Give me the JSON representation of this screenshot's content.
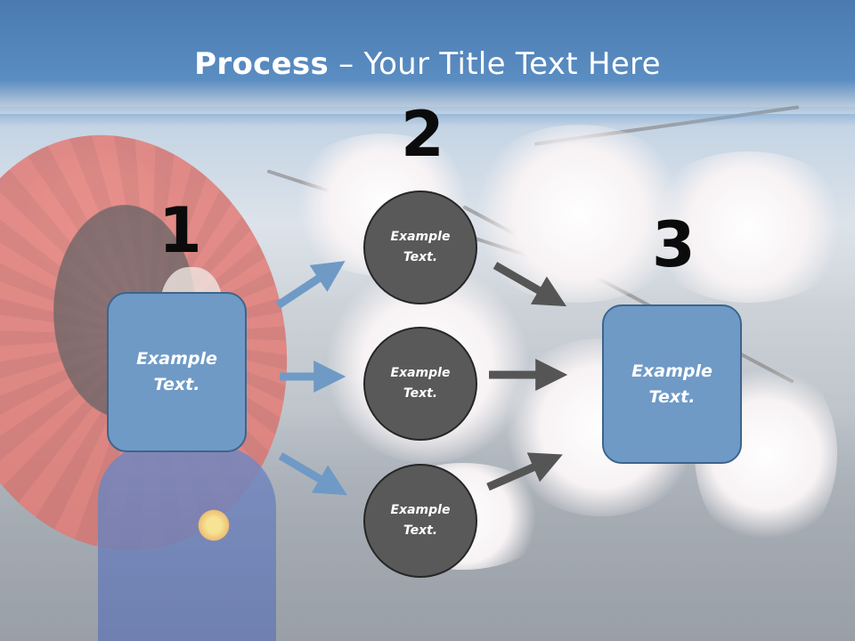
{
  "slide": {
    "title_bold": "Process",
    "title_rest": " – Your Title Text Here"
  },
  "steps": {
    "one": "1",
    "two": "2",
    "three": "3"
  },
  "boxes": {
    "left": "Example\nText.",
    "right": "Example\nText."
  },
  "circles": [
    {
      "label": "Example\nText."
    },
    {
      "label": "Example\nText."
    },
    {
      "label": "Example\nText."
    }
  ],
  "colors": {
    "title_band": "#5a8dc2",
    "box_fill": "#6f9ac6",
    "circle_fill": "#595959",
    "arrow_blue": "#6f9ac6",
    "arrow_gray": "#555555"
  }
}
